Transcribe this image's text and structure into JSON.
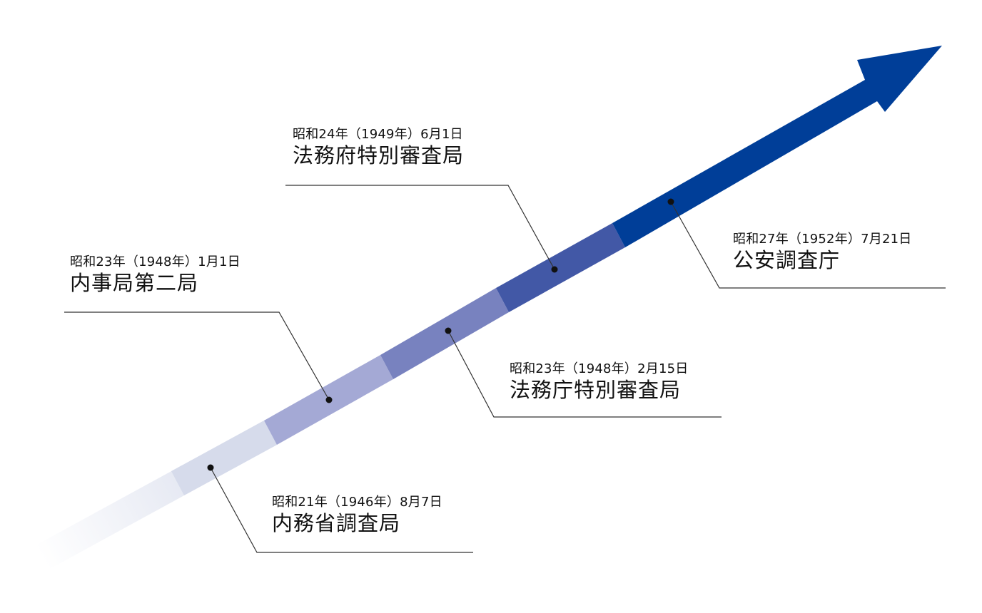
{
  "timeline": {
    "events": [
      {
        "date": "昭和21年（1946年）8月7日",
        "org": "内務省調査局",
        "color": "#d6dbeb"
      },
      {
        "date": "昭和23年（1948年）1月1日",
        "org": "内事局第二局",
        "color": "#a4a9d5"
      },
      {
        "date": "昭和23年（1948年）2月15日",
        "org": "法務庁特別審査局",
        "color": "#7882bf"
      },
      {
        "date": "昭和24年（1949年）6月1日",
        "org": "法務府特別審査局",
        "color": "#4258a6"
      },
      {
        "date": "昭和27年（1952年）7月21日",
        "org": "公安調査庁",
        "color": "#003e98"
      }
    ]
  }
}
